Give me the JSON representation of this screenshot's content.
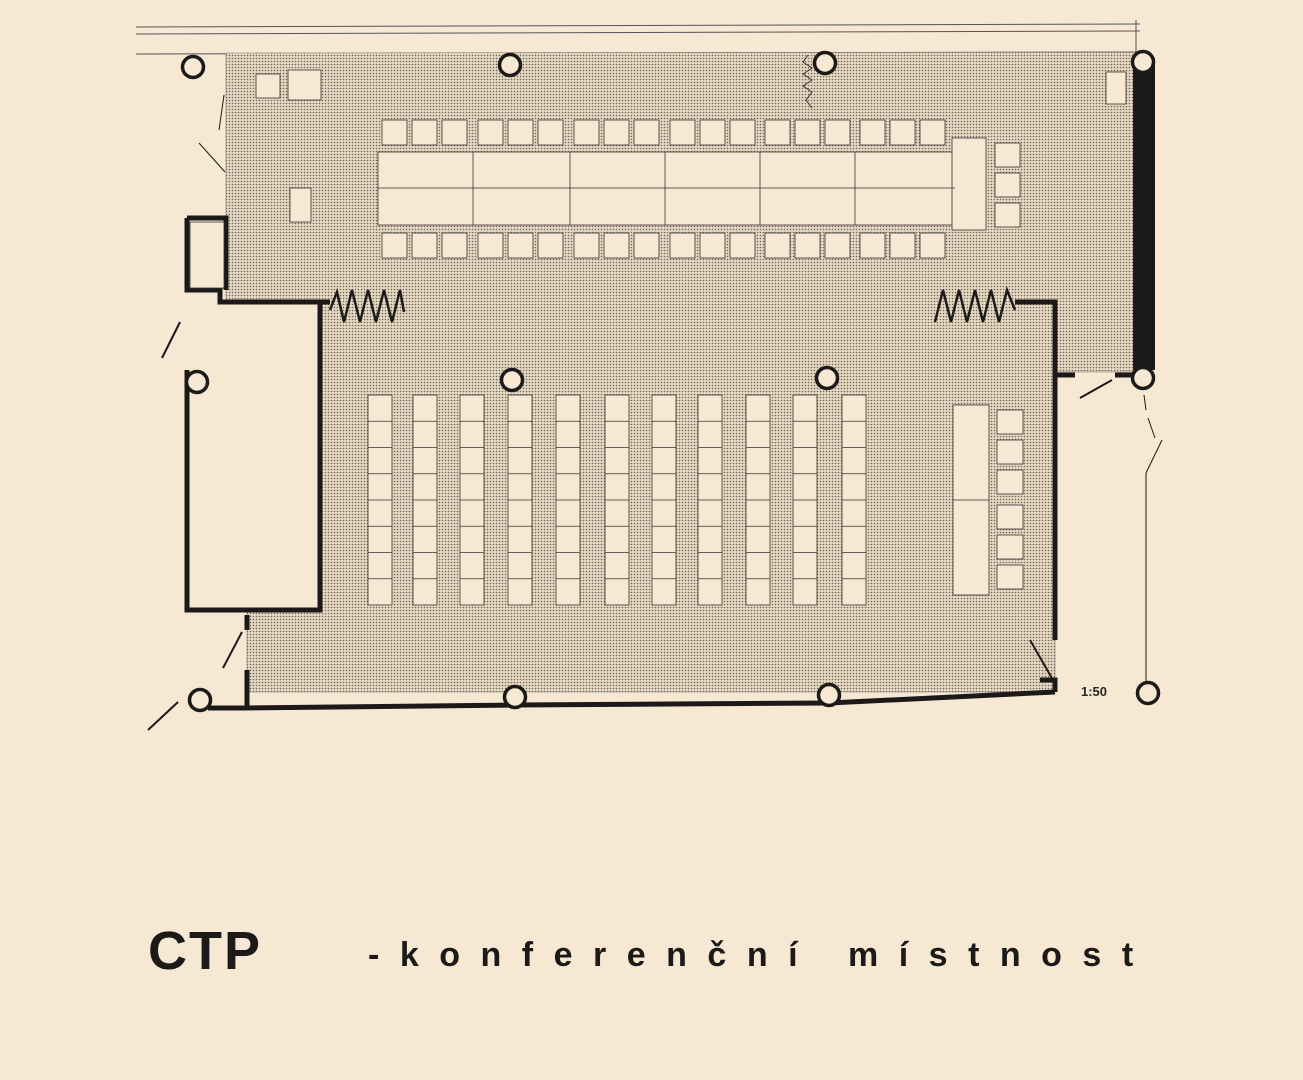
{
  "drawing": {
    "title": "CTP",
    "subtitle": "-konferenční místnost",
    "scale": "1:50"
  },
  "colors": {
    "paper": "#f6e8d2",
    "ink": "#1c1a18",
    "floor_screen": "#d9ccb6"
  }
}
